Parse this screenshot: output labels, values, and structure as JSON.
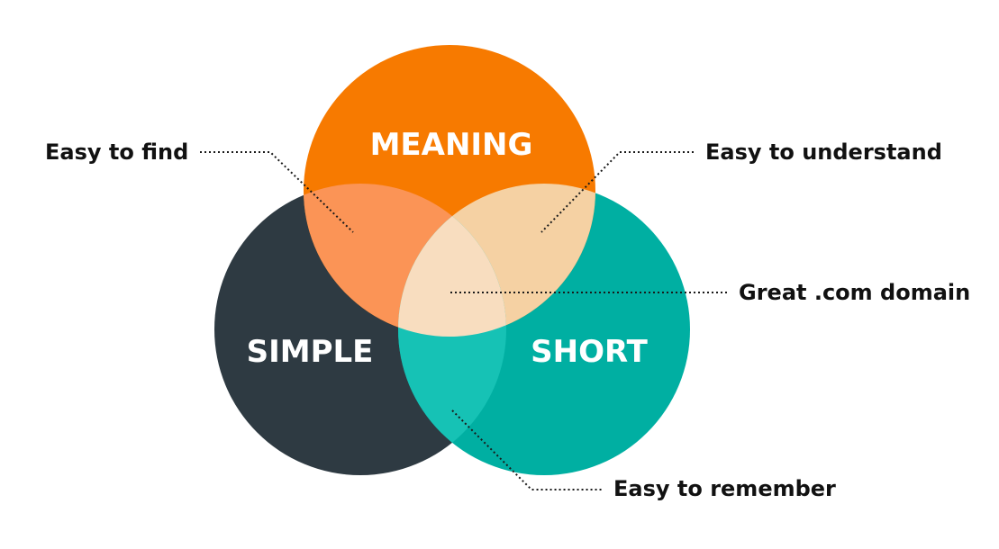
{
  "circles": {
    "meaning": {
      "label": "MEANING",
      "color": "#F77A00"
    },
    "simple": {
      "label": "SIMPLE",
      "color": "#2E3A42"
    },
    "short": {
      "label": "SHORT",
      "color": "#00AFA2"
    }
  },
  "overlaps": {
    "meaning_simple": {
      "color": "#FB9456"
    },
    "meaning_short": {
      "color": "#F5D1A3"
    },
    "simple_short": {
      "color": "#16C2B5"
    },
    "all_three": {
      "color": "#F8DDBF"
    }
  },
  "callouts": {
    "easy_to_find": "Easy to find",
    "easy_to_understand": "Easy to understand",
    "great_domain": "Great .com domain",
    "easy_to_remember": "Easy to remember"
  }
}
